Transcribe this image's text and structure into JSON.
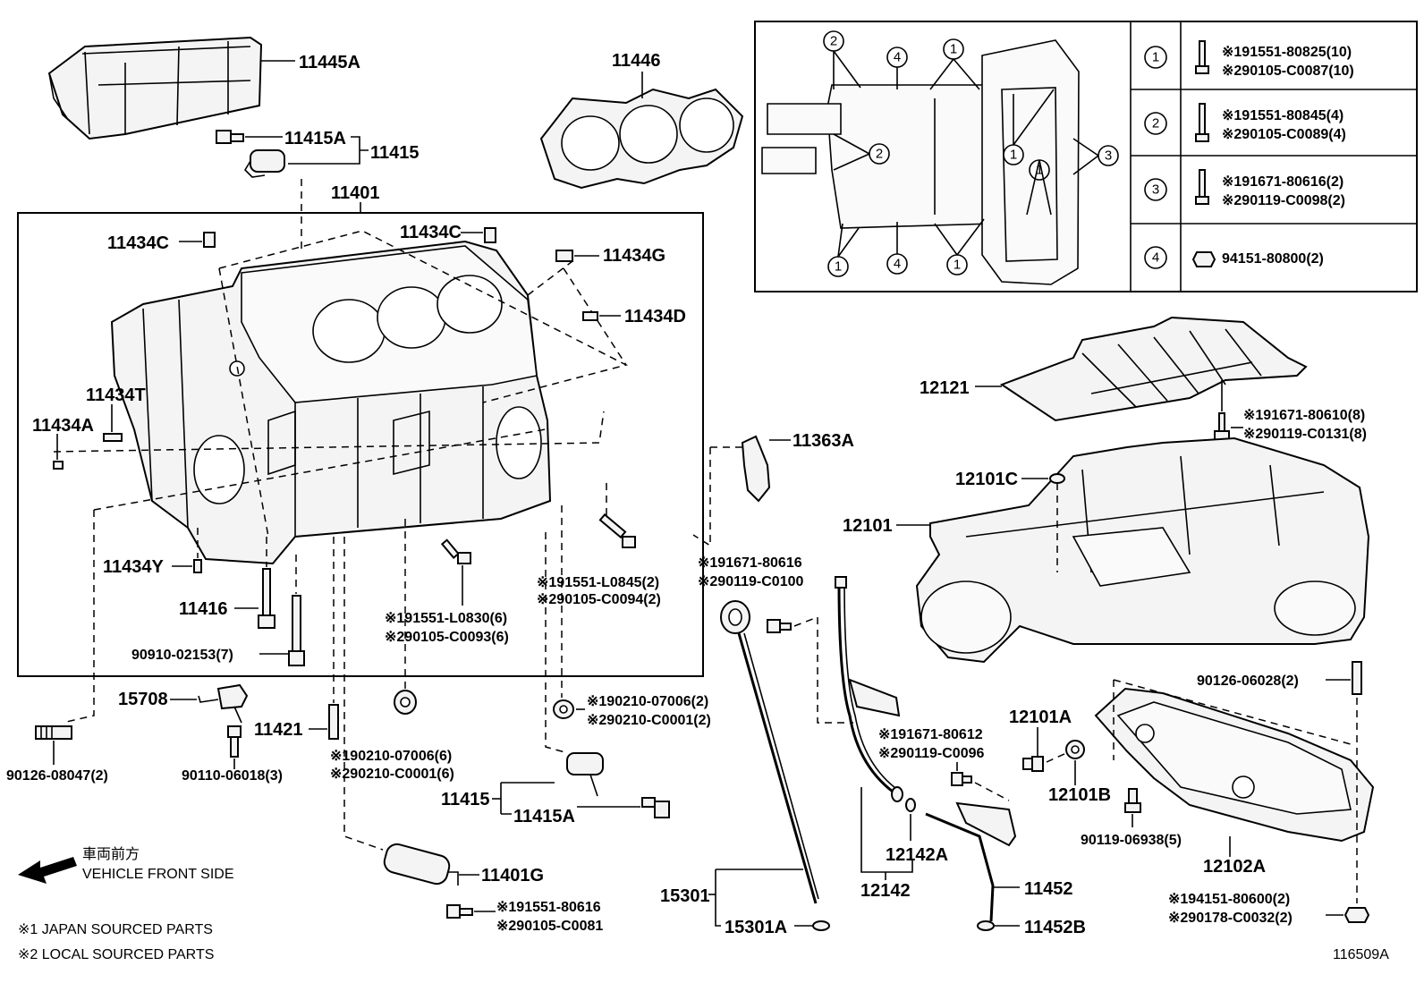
{
  "parts": {
    "p11445A": "11445A",
    "p11446": "11446",
    "p11415A_top": "11415A",
    "p11415_top": "11415",
    "p11401": "11401",
    "p11434C_left": "11434C",
    "p11434C_mid": "11434C",
    "p11434G": "11434G",
    "p11434D": "11434D",
    "p11434T": "11434T",
    "p11434A": "11434A",
    "p11434Y": "11434Y",
    "p11416": "11416",
    "p90910": "90910-02153(7)",
    "p15708": "15708",
    "p11421": "11421",
    "p90126_08047": "90126-08047(2)",
    "p90110": "90110-06018(3)",
    "p11415_bottom": "11415",
    "p11415A_bottom": "11415A",
    "p11401G": "11401G",
    "p15301": "15301",
    "p15301A": "15301A",
    "p11452": "11452",
    "p11452B": "11452B",
    "p12142": "12142",
    "p12142A": "12142A",
    "p12121": "12121",
    "p11363A": "11363A",
    "p12101C": "12101C",
    "p12101": "12101",
    "p12101A": "12101A",
    "p12101B": "12101B",
    "p12102A": "12102A",
    "p90126_06028": "90126-06028(2)",
    "p90119_06938": "90119-06938(5)"
  },
  "notes": {
    "n_l0845_1": "※191551-L0845(2)",
    "n_l0845_2": "※290105-C0094(2)",
    "n_l0830_1": "※191551-L0830(6)",
    "n_l0830_2": "※290105-C0093(6)",
    "n_80616_1": "※191671-80616",
    "n_80616_2": "※290119-C0100",
    "n_07006a_1": "※190210-07006(2)",
    "n_07006a_2": "※290210-C0001(2)",
    "n_07006b_1": "※190210-07006(6)",
    "n_07006b_2": "※290210-C0001(6)",
    "n_80612_1": "※191671-80612",
    "n_80612_2": "※290119-C0096",
    "n_g_80616_1": "※191551-80616",
    "n_g_80616_2": "※290105-C0081",
    "n_80610_1": "※191671-80610(8)",
    "n_80610_2": "※290119-C0131(8)",
    "n_80600_1": "※194151-80600(2)",
    "n_80600_2": "※290178-C0032(2)"
  },
  "table": {
    "rows": [
      {
        "num": "1",
        "line1": "※191551-80825(10)",
        "line2": "※290105-C0087(10)"
      },
      {
        "num": "2",
        "line1": "※191551-80845(4)",
        "line2": "※290105-C0089(4)"
      },
      {
        "num": "3",
        "line1": "※191671-80616(2)",
        "line2": "※290119-C0098(2)"
      },
      {
        "num": "4",
        "line1": "94151-80800(2)",
        "line2": ""
      }
    ]
  },
  "legend": {
    "front_jp": "車両前方",
    "front_en": "VEHICLE FRONT SIDE",
    "note1": "※1 JAPAN SOURCED PARTS",
    "note2": "※2 LOCAL SOURCED PARTS",
    "fig_id": "116509A"
  },
  "inset_callouts": [
    "2",
    "4",
    "1",
    "2",
    "1",
    "1",
    "3",
    "1",
    "4",
    "1"
  ]
}
